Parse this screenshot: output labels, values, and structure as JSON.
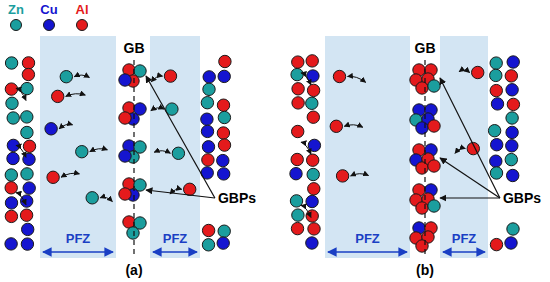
{
  "diagram": {
    "nodes": [
      {
        "text": [
          "PFZ"
        ]
      },
      {
        "text": [
          "PFZ"
        ]
      },
      {
        "text": [
          "PFZ"
        ]
      },
      {
        "text": [
          "PFZ"
        ]
      }
    ],
    "labels": [
      "GB",
      "GBPs",
      "(a)",
      "GB",
      "GBPs",
      "(b)"
    ],
    "legend": [
      {
        "text": "Zn",
        "color": "#1b9e9e"
      },
      {
        "text": "Cu",
        "color": "#1515d0"
      },
      {
        "text": "Al",
        "color": "#e41a1c"
      }
    ]
  }
}
